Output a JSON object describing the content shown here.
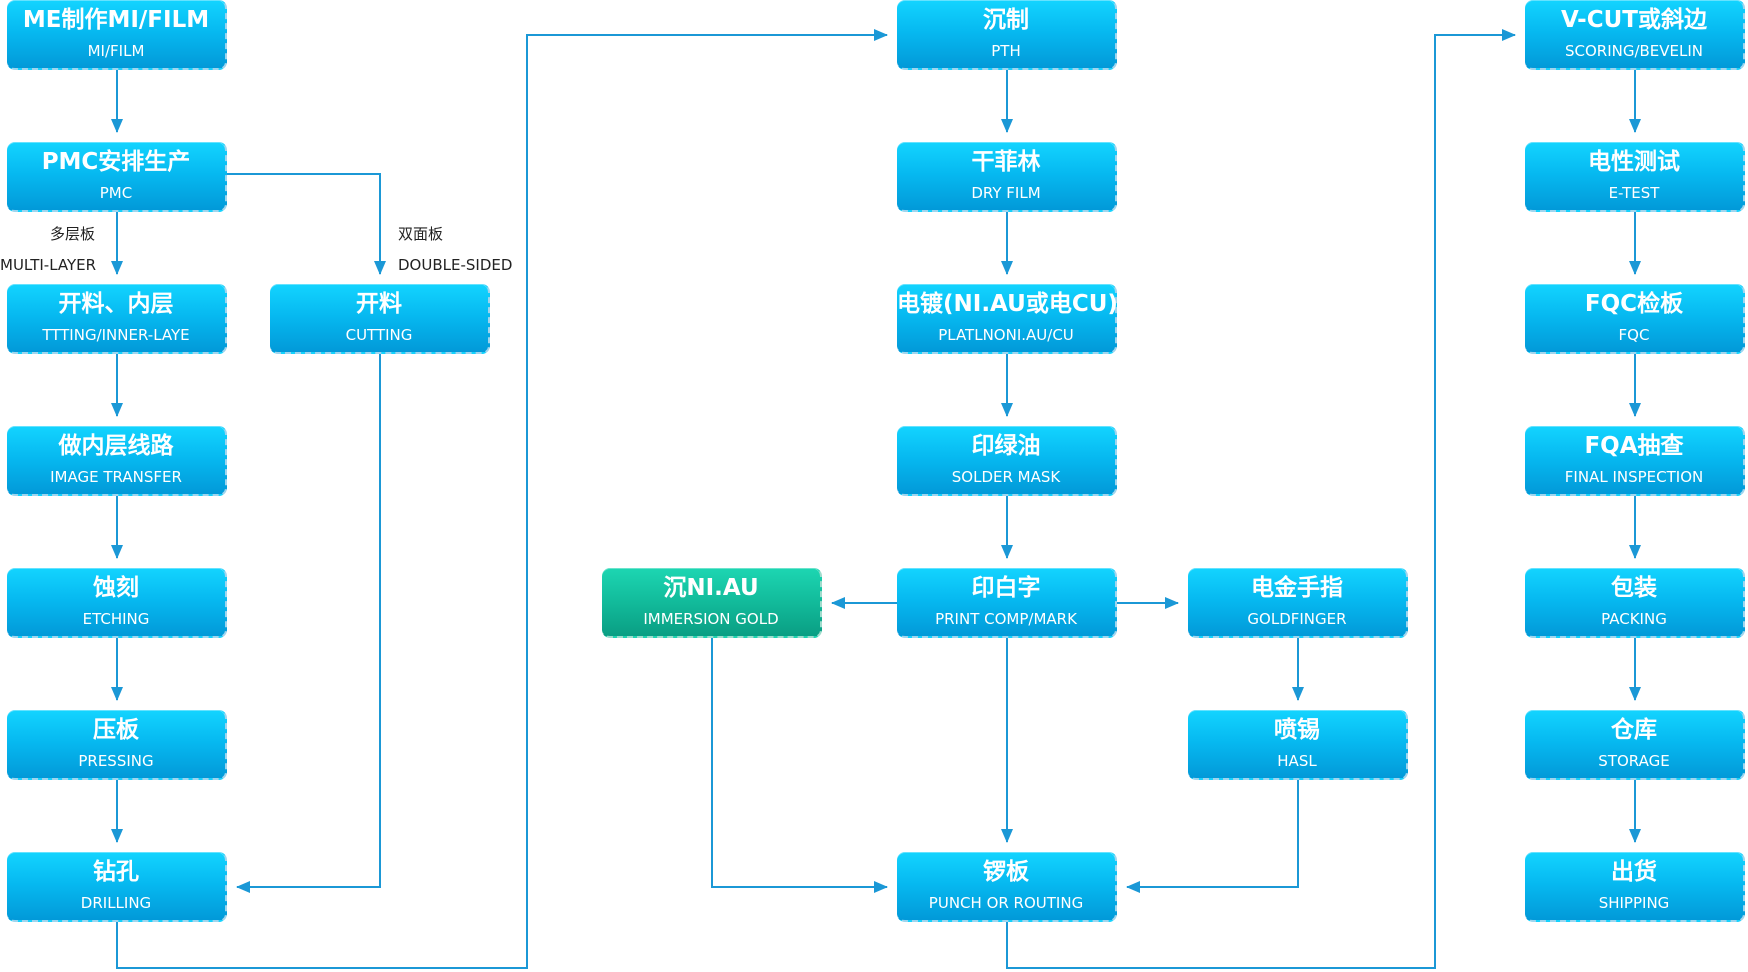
{
  "colors": {
    "node_blue": "#06b8f0",
    "node_green": "#12bb9b",
    "connector": "#1b98d6"
  },
  "nodes": {
    "mi_film": {
      "zh": "ME制作MI/FILM",
      "en": "MI/FILM"
    },
    "pmc": {
      "zh": "PMC安排生产",
      "en": "PMC"
    },
    "cutting_inner": {
      "zh": "开料、内层",
      "en": "TTTING/INNER-LAYE"
    },
    "cutting": {
      "zh": "开料",
      "en": "CUTTING"
    },
    "image_transfer": {
      "zh": "做内层线路",
      "en": "IMAGE TRANSFER"
    },
    "etching": {
      "zh": "蚀刻",
      "en": "ETCHING"
    },
    "pressing": {
      "zh": "压板",
      "en": "PRESSING"
    },
    "drilling": {
      "zh": "钻孔",
      "en": "DRILLING"
    },
    "pth": {
      "zh": "沉制",
      "en": "PTH"
    },
    "dry_film": {
      "zh": "干菲林",
      "en": "DRY FILM"
    },
    "plating": {
      "zh": "电镀(NI.AU或电CU)",
      "en": "PLATLNONI.AU/CU"
    },
    "solder_mask": {
      "zh": "印绿油",
      "en": "SOLDER MASK"
    },
    "print_mark": {
      "zh": "印白字",
      "en": "PRINT COMP/MARK"
    },
    "immersion_gold": {
      "zh": "沉NI.AU",
      "en": "IMMERSION GOLD"
    },
    "goldfinger": {
      "zh": "电金手指",
      "en": "GOLDFINGER"
    },
    "hasl": {
      "zh": "喷锡",
      "en": "HASL"
    },
    "routing": {
      "zh": "锣板",
      "en": "PUNCH OR ROUTING"
    },
    "scoring": {
      "zh": "V-CUT或斜边",
      "en": "SCORING/BEVELIN"
    },
    "etest": {
      "zh": "电性测试",
      "en": "E-TEST"
    },
    "fqc": {
      "zh": "FQC检板",
      "en": "FQC"
    },
    "fqa": {
      "zh": "FQA抽查",
      "en": "FINAL INSPECTION"
    },
    "packing": {
      "zh": "包装",
      "en": "PACKING"
    },
    "storage": {
      "zh": "仓库",
      "en": "STORAGE"
    },
    "shipping": {
      "zh": "出货",
      "en": "SHIPPING"
    }
  },
  "branch_labels": {
    "multilayer_zh": "多层板",
    "multilayer_en": "MULTI-LAYER",
    "doublesided_zh": "双面板",
    "doublesided_en": "DOUBLE-SIDED"
  }
}
